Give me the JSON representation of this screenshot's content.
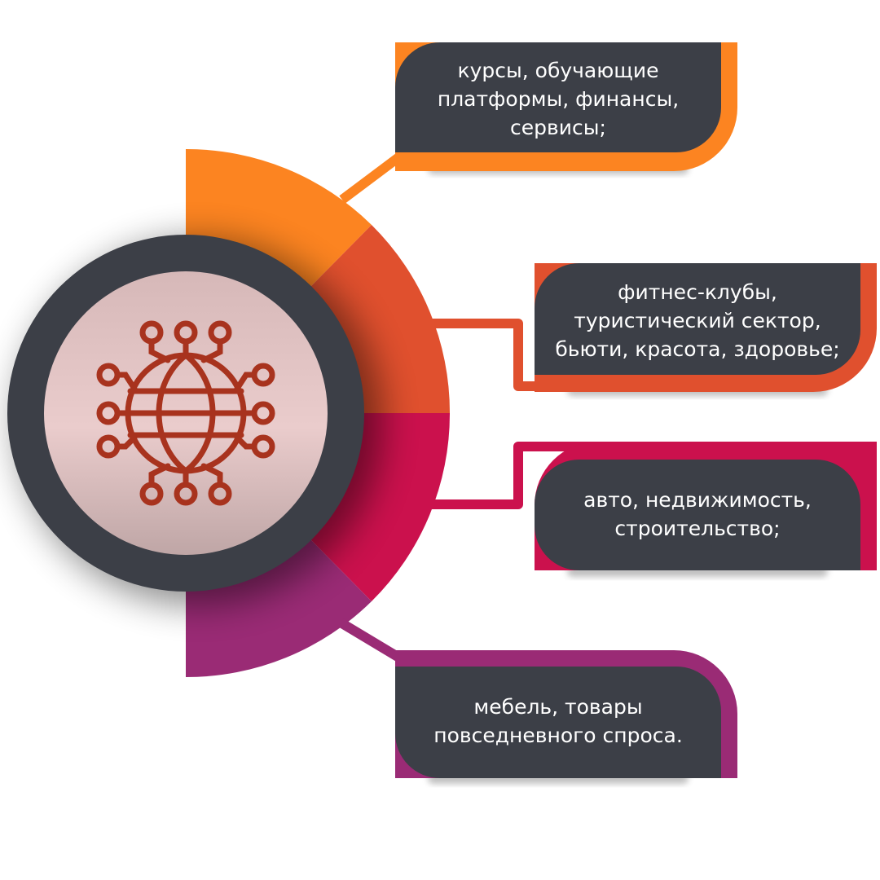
{
  "colors": {
    "segment_1": "#FC8421",
    "segment_2": "#E0502E",
    "segment_3": "#CB114D",
    "segment_4": "#9A2B75",
    "box_fill": "#3C3F47",
    "ring": "#3C3F47",
    "hub_fill_light": "#EACCCC",
    "hub_fill_dark": "#BFA6A6",
    "icon_color": "#A8331E"
  },
  "center_icon": "globe-network-icon",
  "items": [
    {
      "text": "курсы, обучающие\nплатформы, финансы,\nсервисы;"
    },
    {
      "text": "фитнес-клубы,\nтуристический сектор,\nбьюти, красота, здоровье;"
    },
    {
      "text": "авто, недвижимость,\nстроительство;"
    },
    {
      "text": "мебель, товары\nповседневного спроса."
    }
  ]
}
